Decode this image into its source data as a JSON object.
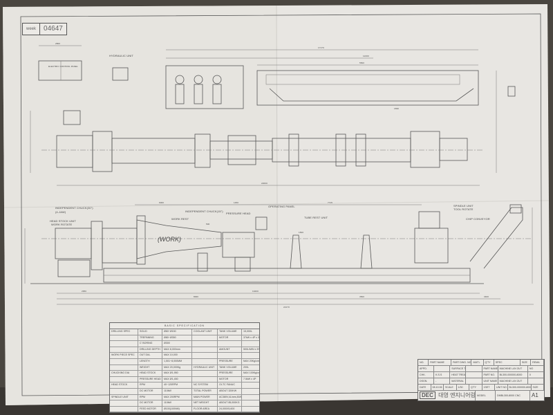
{
  "drawing": {
    "stamp_label": "week",
    "number": "04647",
    "work_label": "(WORK)",
    "view_labels": {
      "hydraulic_unit": "HYDRAULIC UNIT",
      "electric_panel": "ELECTRIC CONTROL PANEL",
      "independent_chuck_1": "INDEPENDENT CHUCK(30\")",
      "independent_chuck_1_sub": "(4-JAW)",
      "head_stock": "HEAD STOCK UNIT",
      "head_stock_sub": "WORK ROTATE",
      "work_rest": "WORK REST",
      "independent_chuck_2": "INDEPENDENT CHUCK(15\")",
      "pressure_head": "PRESSURE HEAD",
      "operating_panel": "OPERATING PANEL",
      "tube_rest": "TUBE REST UNIT",
      "spindle_unit": "SPINDLE UNIT",
      "spindle_unit_sub": "TOOL ROTATE",
      "chip_conveyor": "CHIP CONVEYOR"
    },
    "dimensions": [
      "2800",
      "17170",
      "11000",
      "5500",
      "6000",
      "1450",
      "7715",
      "22000",
      "19400",
      "2950",
      "8000",
      "3500",
      "3400",
      "22170",
      "1830",
      "1500",
      "500"
    ]
  },
  "spec_table": {
    "title": "BASIC SPECIFICATION",
    "rows": [
      [
        "DRILLING SPEC",
        "SOLID",
        "Ø60~Ø150",
        "COOLANT UNIT",
        "TANK VOLUME",
        "15,000L"
      ],
      [
        "",
        "TREPANING",
        "Ø80~Ø350",
        "",
        "MOTOR",
        "37kW x 4P x 3set"
      ],
      [
        "",
        "C' BORING",
        "Ø300",
        "",
        "",
        ""
      ],
      [
        "",
        "DRILLING DEPTH",
        "MAX 8,000mm",
        "",
        "AMOUNT",
        "500L/MIN x 3SET"
      ],
      [
        "WORK PIECE SPEC",
        "OUT DIA.",
        "MAX 10,000",
        "",
        "",
        ""
      ],
      [
        "",
        "LENGTH",
        "1,501~8,000MM",
        "",
        "PRESSURE",
        "MAX 20Kg/cm²"
      ],
      [
        "",
        "WEIGHT",
        "MAX 20,000Kg",
        "HYDRAULIC UNIT",
        "TANK VOLUME",
        "200L"
      ],
      [
        "CHUCKING DIA",
        "HEAD STOCK",
        "MAX Ø1,950",
        "",
        "PRESSURE",
        "MAX 100Kg/cm²"
      ],
      [
        "",
        "PRESSURE HEAD",
        "MAX Ø1,450",
        "",
        "MOTOR",
        "7.5kW x 4P"
      ],
      [
        "HEAD STOCK",
        "RPM",
        "40~120RPM",
        "NC SYSTEM",
        "OI-TC FANUC",
        ""
      ],
      [
        "",
        "DC MOTOR",
        "110kW",
        "TOTAL POWER",
        "ABOUT 320KW",
        ""
      ],
      [
        "SPINDLE UNIT",
        "RPM",
        "MAX 200RPM",
        "MAIN POWER",
        "AC380V,4Lines,50/60Hz",
        ""
      ],
      [
        "",
        "DC MOTOR",
        "110kW",
        "NET WEIGHT",
        "ABOUT 85,000KG",
        ""
      ],
      [
        "",
        "FEED MOTOR",
        "Ø100(100NM)",
        "FLOOR AREA",
        "24,000X5,600",
        ""
      ]
    ]
  },
  "title_block": {
    "header": [
      "NO.",
      "PART NAME",
      "PART DWG. NO.",
      "MAT'L",
      "Q'TY",
      "SPEC",
      "SIZE",
      "REMA"
    ],
    "rows": [
      [
        "APPD.",
        "",
        "SURFACE TREATMENT",
        "",
        "PART NAME",
        "MACHINE LAY-OUT",
        "NO"
      ],
      [
        "CHK.",
        "K.S.S",
        "HEAT TREATMENT",
        "",
        "PART NO.",
        "BL300-000000-8000",
        "0"
      ],
      [
        "DSGN.",
        "-",
        "MATERIAL",
        "",
        "UNIT NAME",
        "MACHINE LAY-OUT",
        ""
      ],
      [
        "DATE",
        "08.10.06",
        "SCALE",
        "1/30",
        "Q'TY",
        "1SET",
        "UNIT NO.",
        "BL300-000000-8000",
        "SIZE"
      ]
    ],
    "company_logo": "DEC",
    "company_name": "대영 엔지니어링",
    "model_label": "MODEL",
    "model": "DMBL300-8000 CNC",
    "sheet_size": "A1"
  }
}
